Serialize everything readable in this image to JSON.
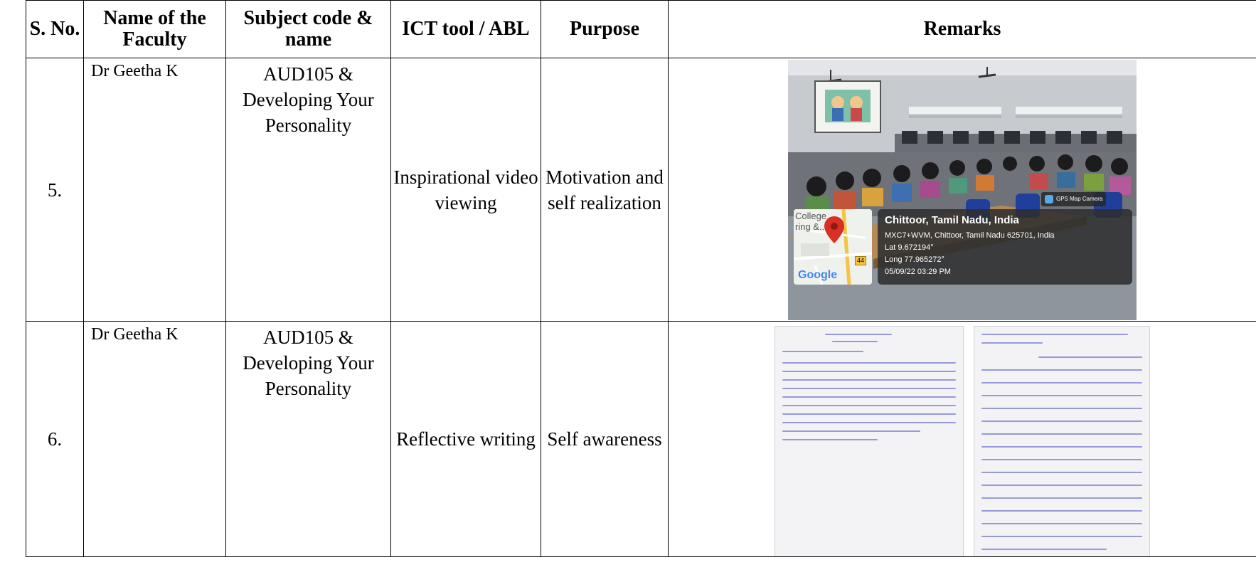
{
  "headers": {
    "sno": "S. No.",
    "faculty": "Name of the Faculty",
    "subject": "Subject code & name",
    "ict": "ICT tool / ABL",
    "purpose": "Purpose",
    "remarks": "Remarks"
  },
  "rows": [
    {
      "sno": "5.",
      "faculty": "Dr Geetha K",
      "subject": "AUD105 & Developing Your Personality",
      "ict": "Inspirational video viewing",
      "purpose": "Motivation and self realization",
      "photo": {
        "map_label_1": "College",
        "map_label_2": "ring &...",
        "road_number": "44",
        "map_brand": "Google",
        "camera_app": "GPS Map Camera",
        "location_title": "Chittoor, Tamil Nadu, India",
        "address": "MXC7+WVM, Chittoor, Tamil Nadu 625701, India",
        "lat": "Lat 9.672194°",
        "long": "Long 77.965272°",
        "datetime": "05/09/22 03:29 PM"
      }
    },
    {
      "sno": "6.",
      "faculty": "Dr Geetha K",
      "subject": "AUD105 & Developing Your Personality",
      "ict": "Reflective writing",
      "purpose": "Self awareness"
    }
  ],
  "colors": {
    "border": "#000000",
    "ink": "#4a4ec2",
    "overlay": "#2f2f2f",
    "map_pin": "#d93025",
    "road": "#f5c542"
  }
}
